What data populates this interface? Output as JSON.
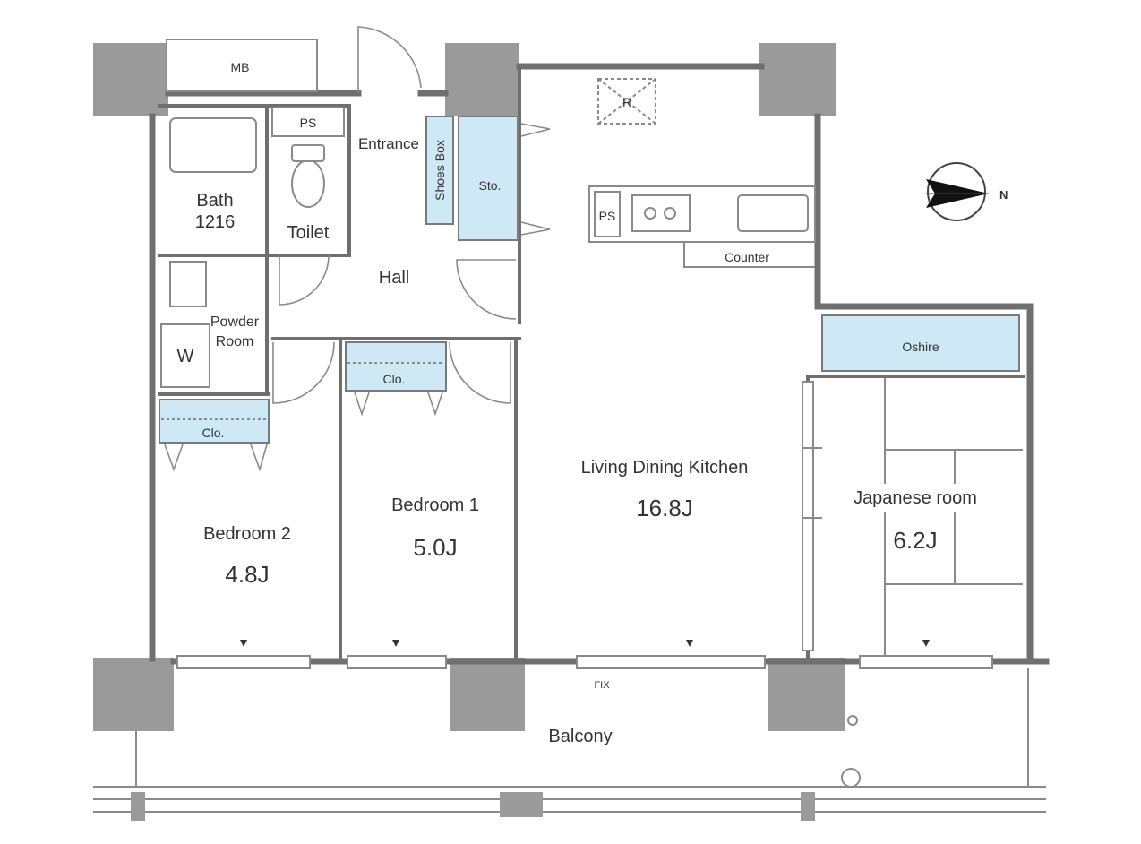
{
  "rooms": {
    "mb": "MB",
    "ps_top": "PS",
    "entrance": "Entrance",
    "shoes_box": "Shoes Box",
    "storage": "Sto.",
    "bath": "Bath",
    "bath_size": "1216",
    "toilet": "Toilet",
    "hall": "Hall",
    "powder_room_line1": "Powder",
    "powder_room_line2": "Room",
    "washer": "W",
    "closet_b2": "Clo.",
    "closet_b1": "Clo.",
    "ps_kitchen": "PS",
    "counter": "Counter",
    "refrigerator": "R",
    "oshiire": "Oshire",
    "ldk": "Living Dining Kitchen",
    "ldk_area": "16.8J",
    "bedroom1": "Bedroom 1",
    "bedroom1_area": "5.0J",
    "bedroom2": "Bedroom 2",
    "bedroom2_area": "4.8J",
    "japanese_room": "Japanese room",
    "japanese_room_area": "6.2J",
    "fix": "FIX",
    "balcony": "Balcony"
  },
  "compass": {
    "label": "N",
    "icon": "north-arrow-icon"
  },
  "colors": {
    "storage_fill": "#cfe8f5",
    "wall": "#6f6f6f",
    "pillar": "#9a9a9a"
  }
}
